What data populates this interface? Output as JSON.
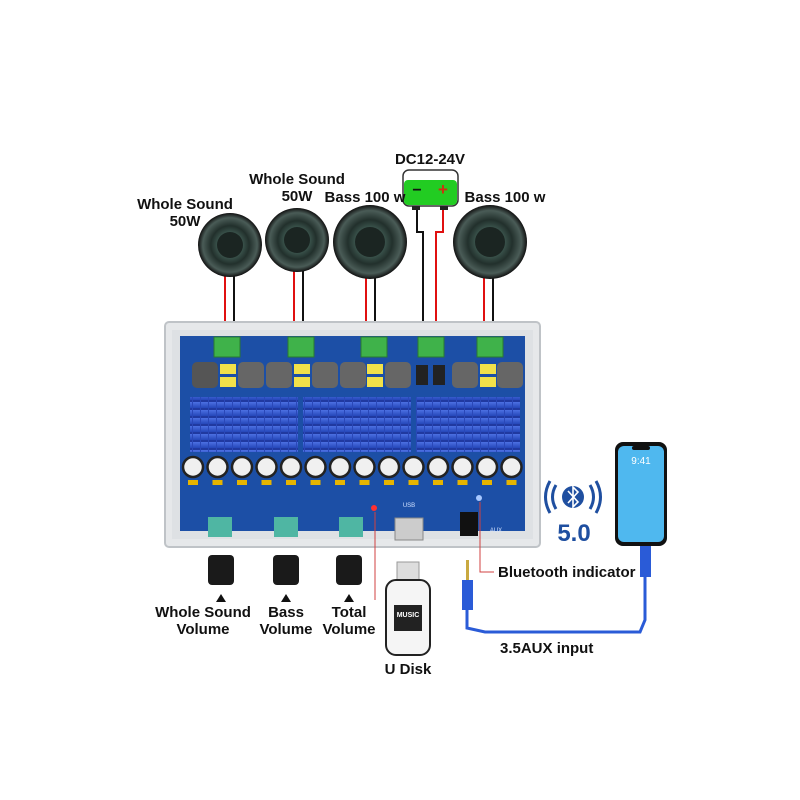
{
  "labels": {
    "speaker1": {
      "line1": "Whole Sound",
      "line2": "50W"
    },
    "speaker2": {
      "line1": "Whole Sound",
      "line2": "50W"
    },
    "speaker3": "Bass 100 w",
    "speaker4": "Bass 100 w",
    "power": "DC12-24V",
    "power_minus": "−",
    "power_plus": "+",
    "knob1": {
      "line1": "Whole Sound",
      "line2": "Volume"
    },
    "knob2": {
      "line1": "Bass",
      "line2": "Volume"
    },
    "knob3": {
      "line1": "Total",
      "line2": "Volume"
    },
    "u_disk": "U Disk",
    "u_disk_screen": "MUSIC",
    "bluetooth_indicator": "Bluetooth indicator",
    "aux_input": "3.5AUX input",
    "bluetooth_version": "5.0",
    "phone_time": "9:41",
    "board_usb": "USB",
    "board_aux": "AUX"
  },
  "colors": {
    "pcb": "#1c4fa6",
    "heatsink": "#3d63d8",
    "terminal": "#3fb24a",
    "power_box": "#22cc22",
    "wire_red": "#e01010",
    "wire_black": "#111111",
    "cable_blue": "#2a5bd7",
    "bt_blue": "#1f4fa0",
    "phone_screen": "#4fb8ef"
  }
}
